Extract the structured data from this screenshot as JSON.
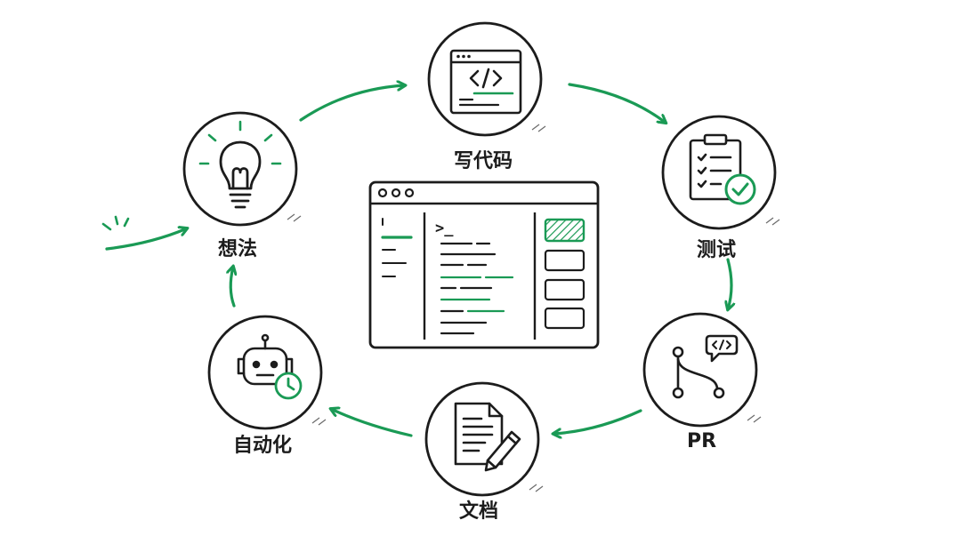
{
  "diagram": {
    "accent_color": "#1a9a55",
    "ink_color": "#1c1c1c",
    "nodes": [
      {
        "id": "idea",
        "label": "想法",
        "icon": "lightbulb-icon"
      },
      {
        "id": "code",
        "label": "写代码",
        "icon": "code-window-icon"
      },
      {
        "id": "test",
        "label": "测试",
        "icon": "checklist-clipboard-icon"
      },
      {
        "id": "pr",
        "label": "PR",
        "icon": "git-branch-code-icon"
      },
      {
        "id": "docs",
        "label": "文档",
        "icon": "document-pencil-icon"
      },
      {
        "id": "auto",
        "label": "自动化",
        "icon": "robot-clock-icon"
      }
    ],
    "center": {
      "icon": "ide-window-icon",
      "prompt": ">_"
    },
    "flow": [
      "idea",
      "code",
      "test",
      "pr",
      "docs",
      "auto",
      "idea"
    ]
  }
}
